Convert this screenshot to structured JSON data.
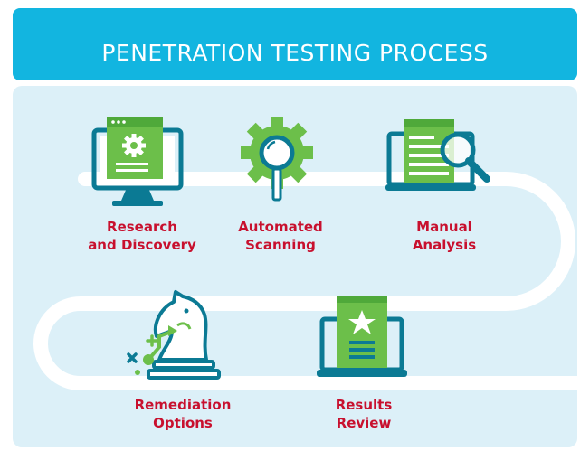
{
  "header": {
    "title": "PENETRATION TESTING PROCESS"
  },
  "colors": {
    "banner": "#12b5e0",
    "panel": "#dcf0f8",
    "path": "#ffffff",
    "icon_dark": "#0b7a94",
    "icon_green": "#6cbf4a",
    "label": "#c8102e"
  },
  "steps": [
    {
      "line1": "Research",
      "line2": "and Discovery",
      "icon": "computer-gear-icon"
    },
    {
      "line1": "Automated",
      "line2": "Scanning",
      "icon": "gear-magnifier-icon"
    },
    {
      "line1": "Manual",
      "line2": "Analysis",
      "icon": "laptop-magnifier-icon"
    },
    {
      "line1": "Remediation",
      "line2": "Options",
      "icon": "chess-knight-icon"
    },
    {
      "line1": "Results",
      "line2": "Review",
      "icon": "laptop-star-icon"
    }
  ]
}
